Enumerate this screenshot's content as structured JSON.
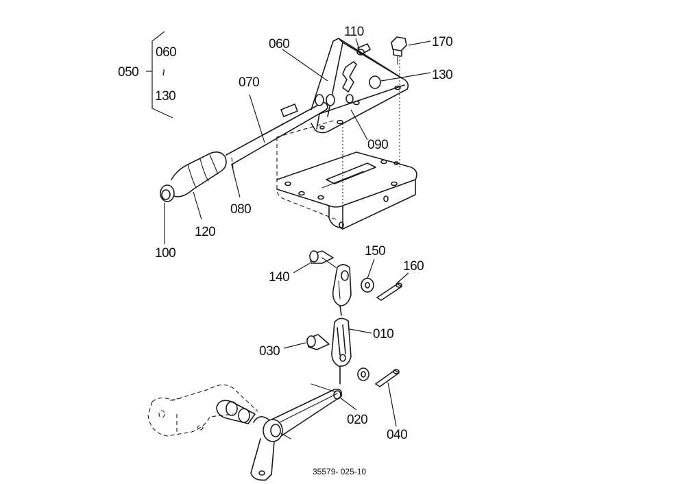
{
  "labels": {
    "p050": "050",
    "p060a": "060",
    "p130a": "130",
    "p060b": "060",
    "p070": "070",
    "p110": "110",
    "p170": "170",
    "p130b": "130",
    "p090": "090",
    "p080": "080",
    "p120": "120",
    "p100": "100",
    "p150": "150",
    "p160": "160",
    "p140": "140",
    "p010": "010",
    "p030": "030",
    "p020": "020",
    "p040": "040",
    "tilde": "~"
  },
  "doc_number": "35579- 025-10"
}
